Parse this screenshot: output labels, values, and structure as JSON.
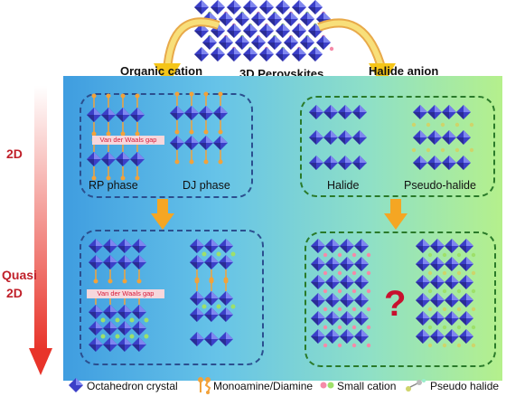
{
  "top": {
    "center_label": "3D Perovskites",
    "left_label": "Organic cation",
    "right_label": "Halide anion"
  },
  "axis": {
    "top_label": "2D",
    "bottom_label_line1": "Quasi",
    "bottom_label_line2": "2D"
  },
  "panels": {
    "organic_2d": {
      "left_label": "RP phase",
      "right_label": "DJ phase",
      "gap_label": "Van der Waals gap"
    },
    "halide_2d": {
      "left_label": "Halide",
      "right_label": "Pseudo-halide"
    },
    "organic_quasi": {
      "gap_label": "Van der Waals gap"
    },
    "halide_quasi": {
      "question_mark": "?"
    }
  },
  "legend": {
    "items": [
      {
        "icon": "octahedron-icon",
        "label": "Octahedron crystal"
      },
      {
        "icon": "monoamine-diamine-icon",
        "label": "Monoamine/Diamine"
      },
      {
        "icon": "small-cation-icon",
        "label": "Small cation"
      },
      {
        "icon": "pseudo-halide-icon",
        "label": "Pseudo halide"
      }
    ]
  },
  "colors": {
    "octahedron": "#3b3fc8",
    "octahedron_light": "#7f86f0",
    "arrow_yellow": "#f5c518",
    "arrow_orange": "#f5a623",
    "axis_red": "#e8342a",
    "small_cation": "#f58aa8",
    "small_cation_green": "#9ee06a",
    "ligand_orange": "#f2a23a"
  }
}
